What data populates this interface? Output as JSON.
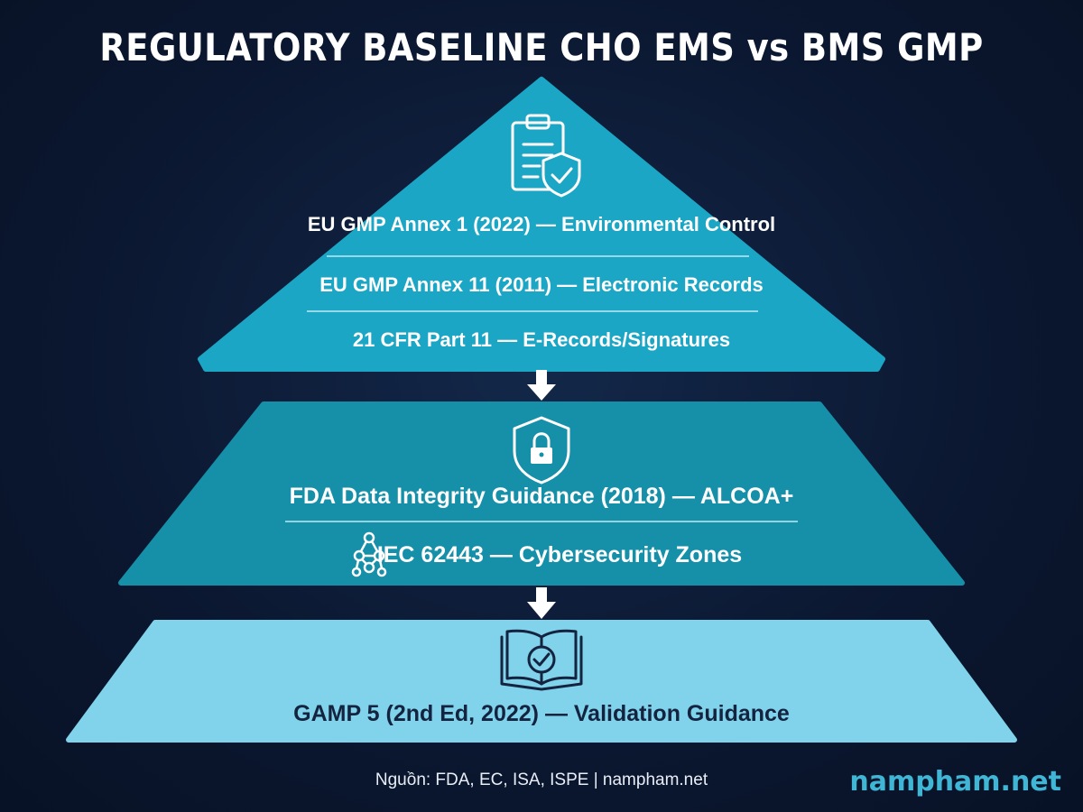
{
  "title": "REGULATORY BASELINE CHO EMS vs BMS GMP",
  "tiers": [
    {
      "icon": "clipboard-shield-icon",
      "color": "#1aa3c4",
      "items": [
        "EU GMP Annex 1 (2022) — Environmental Control",
        "EU GMP Annex 11 (2011) — Electronic Records",
        "21 CFR Part 11 — E-Records/Signatures"
      ]
    },
    {
      "icon": "shield-lock-icon",
      "color": "#168ea8",
      "items": [
        "FDA Data Integrity Guidance (2018) — ALCOA+",
        "IEC 62443 — Cybersecurity Zones"
      ],
      "item_icons": [
        "",
        "network-nodes-icon"
      ]
    },
    {
      "icon": "book-check-icon",
      "color": "#7fd2ea",
      "items": [
        "GAMP 5 (2nd Ed, 2022) — Validation Guidance"
      ]
    }
  ],
  "footer": {
    "source": "Nguồn: FDA, EC, ISA, ISPE | nampham.net",
    "brand": "nampham.net"
  }
}
